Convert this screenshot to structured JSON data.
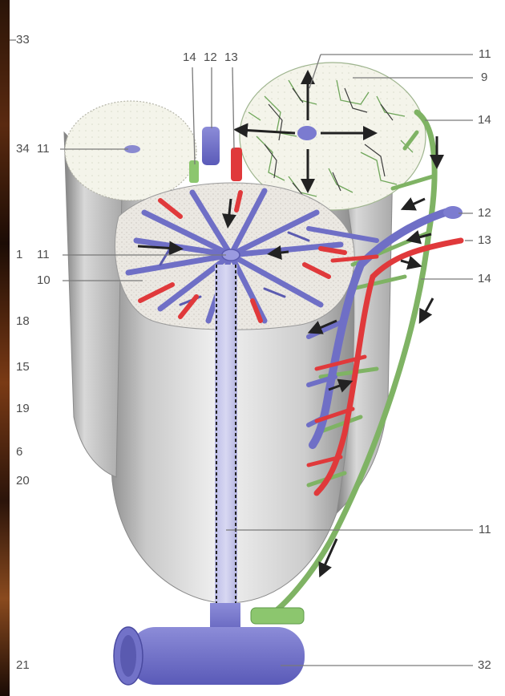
{
  "left_labels": [
    "33",
    "34",
    "1",
    "18",
    "15",
    "19",
    "6",
    "20",
    "21"
  ],
  "callout_labels": [
    "11",
    "11",
    "10",
    "14",
    "12",
    "13",
    "11",
    "9",
    "14",
    "12",
    "13",
    "14",
    "11",
    "32"
  ],
  "colors": {
    "vein": "#6f6fc6",
    "artery": "#e0393b",
    "bile_duct": "#7fb364",
    "tissue": "#cfcfcf",
    "lobule_cut": "#eeeae4"
  }
}
